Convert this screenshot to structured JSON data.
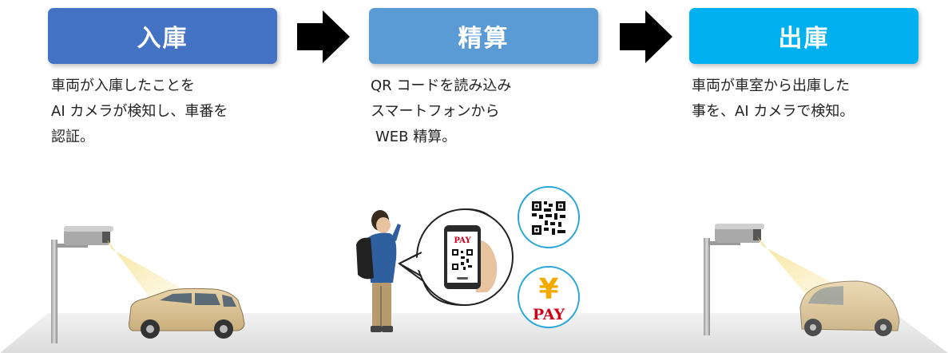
{
  "steps": [
    {
      "title": "入庫",
      "color": "#4472c4",
      "desc": [
        "車両が入庫したことを",
        "AI カメラが検知し、車番を",
        "認証。"
      ]
    },
    {
      "title": "精算",
      "color": "#5b9bd5",
      "desc": [
        "QR コードを読み込み",
        "スマートフォンから",
        "WEB 精算。"
      ]
    },
    {
      "title": "出庫",
      "color": "#00b0f0",
      "desc": [
        "車両が車室から出庫した",
        "事を、AI カメラで検知。"
      ]
    }
  ],
  "pay_label": "PAY",
  "yen_symbol": "¥",
  "icons": {
    "arrow": "arrow-right-icon",
    "camera": "security-camera-icon",
    "car": "car-icon",
    "person": "person-with-phone-icon",
    "qr": "qr-code-icon",
    "yen": "yen-pay-icon"
  }
}
